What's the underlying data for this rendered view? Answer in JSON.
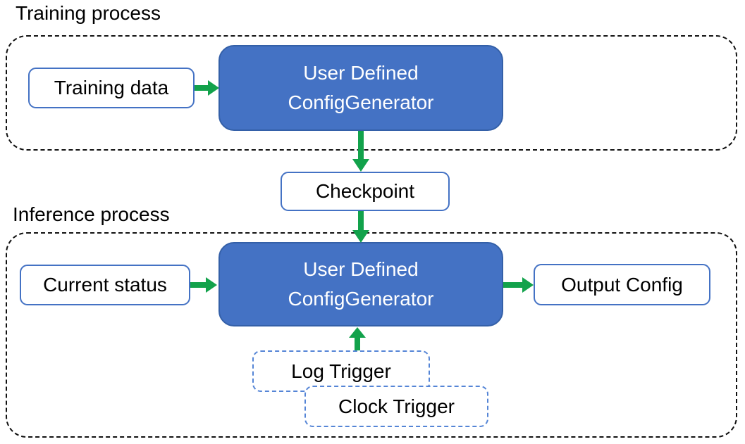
{
  "colors": {
    "background": "#FFFFFF",
    "generator_fill": "#4472C4",
    "generator_border": "#3460A8",
    "io_border": "#4472C4",
    "trigger_border": "#5585D6",
    "arrow_green": "#12A24B",
    "container_border": "#111111",
    "text_dark": "#000000",
    "text_light": "#FFFFFF"
  },
  "training": {
    "title": "Training process",
    "data_box": "Training data",
    "generator": {
      "line1": "User Defined",
      "line2": "ConfigGenerator"
    }
  },
  "checkpoint": {
    "label": "Checkpoint"
  },
  "inference": {
    "title": "Inference process",
    "status_box": "Current status",
    "generator": {
      "line1": "User Defined",
      "line2": "ConfigGenerator"
    },
    "output_box": "Output Config",
    "log_trigger": "Log Trigger",
    "clock_trigger": "Clock Trigger"
  }
}
